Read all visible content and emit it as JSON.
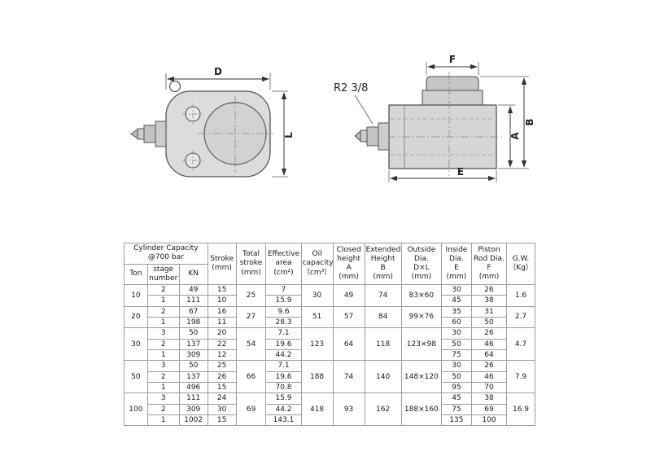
{
  "figure": {
    "d": "D",
    "l": "L",
    "f": "F",
    "a": "A",
    "b": "B",
    "e": "E",
    "thread": "R2 3/8"
  },
  "table": {
    "header": {
      "capacity_group": "Cylinder Capacity\n@700 bar",
      "ton": "Ton",
      "stage": "stage\nnumber",
      "kn": "KN",
      "stroke": "Stroke\n(mm)",
      "total_stroke": "Total\nstroke\n(mm)",
      "area": "Effective\narea\n(cm²)",
      "oil": "Oil\ncapacity\n（cm³）",
      "closed": "Closed\nheight\nA\n(mm)",
      "extended": "Extended\nHeight\nB\n(mm)",
      "outside": "Outside\nDia.\nD×L\n(mm)",
      "inside": "Inside\nDia.\nE\n(mm)",
      "rod": "Piston\nRod Dia.\nF\n(mm)",
      "gw": "G.W.\n（Kg）"
    },
    "groups": [
      {
        "ton": "10",
        "total_stroke": "25",
        "oil": "30",
        "closed": "49",
        "extended": "74",
        "outside": "83×60",
        "gw": "1.6",
        "rows": [
          {
            "stage": "2",
            "kn": "49",
            "stroke": "15",
            "area": "7",
            "inside": "30",
            "rod": "26"
          },
          {
            "stage": "1",
            "kn": "111",
            "stroke": "10",
            "area": "15.9",
            "inside": "45",
            "rod": "38"
          }
        ]
      },
      {
        "ton": "20",
        "total_stroke": "27",
        "oil": "51",
        "closed": "57",
        "extended": "84",
        "outside": "99×76",
        "gw": "2.7",
        "rows": [
          {
            "stage": "2",
            "kn": "67",
            "stroke": "16",
            "area": "9.6",
            "inside": "35",
            "rod": "31"
          },
          {
            "stage": "1",
            "kn": "198",
            "stroke": "11",
            "area": "28.3",
            "inside": "60",
            "rod": "50"
          }
        ]
      },
      {
        "ton": "30",
        "total_stroke": "54",
        "oil": "123",
        "closed": "64",
        "extended": "118",
        "outside": "123×98",
        "gw": "4.7",
        "rows": [
          {
            "stage": "3",
            "kn": "50",
            "stroke": "20",
            "area": "7.1",
            "inside": "30",
            "rod": "26"
          },
          {
            "stage": "2",
            "kn": "137",
            "stroke": "22",
            "area": "19.6",
            "inside": "50",
            "rod": "46"
          },
          {
            "stage": "1",
            "kn": "309",
            "stroke": "12",
            "area": "44.2",
            "inside": "75",
            "rod": "64"
          }
        ]
      },
      {
        "ton": "50",
        "total_stroke": "66",
        "oil": "188",
        "closed": "74",
        "extended": "140",
        "outside": "148×120",
        "gw": "7.9",
        "rows": [
          {
            "stage": "3",
            "kn": "50",
            "stroke": "25",
            "area": "7.1",
            "inside": "30",
            "rod": "26"
          },
          {
            "stage": "2",
            "kn": "137",
            "stroke": "26",
            "area": "19.6",
            "inside": "50",
            "rod": "46"
          },
          {
            "stage": "1",
            "kn": "496",
            "stroke": "15",
            "area": "70.8",
            "inside": "95",
            "rod": "70"
          }
        ]
      },
      {
        "ton": "100",
        "total_stroke": "69",
        "oil": "418",
        "closed": "93",
        "extended": "162",
        "outside": "188×160",
        "gw": "16.9",
        "rows": [
          {
            "stage": "3",
            "kn": "111",
            "stroke": "24",
            "area": "15.9",
            "inside": "45",
            "rod": "38"
          },
          {
            "stage": "2",
            "kn": "309",
            "stroke": "30",
            "area": "44.2",
            "inside": "75",
            "rod": "69"
          },
          {
            "stage": "1",
            "kn": "1002",
            "stroke": "15",
            "area": "143.1",
            "inside": "135",
            "rod": "100"
          }
        ]
      }
    ]
  }
}
